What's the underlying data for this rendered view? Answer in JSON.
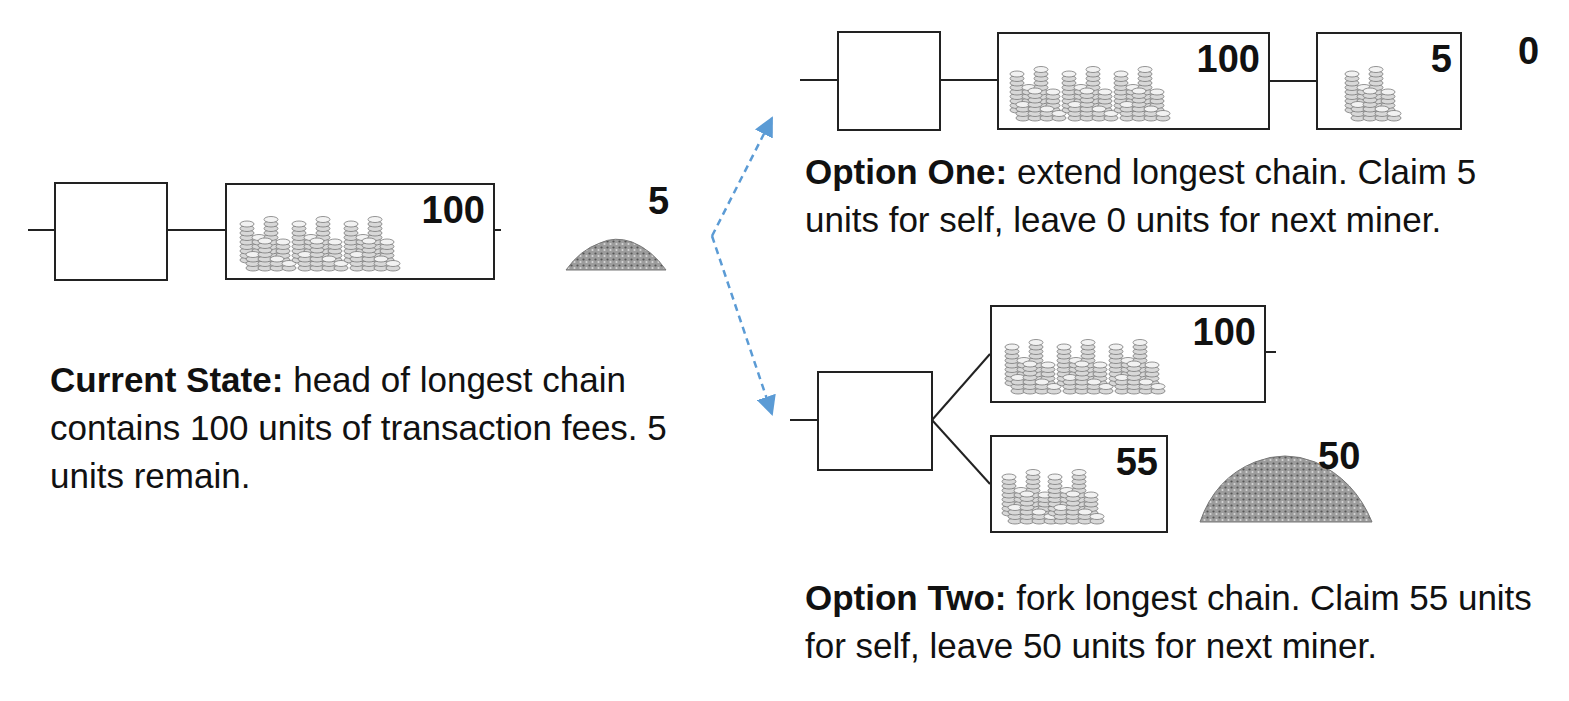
{
  "diagram": {
    "nodes": [
      {
        "text": [
          "100"
        ]
      },
      {
        "text": [
          "100"
        ]
      },
      {
        "text": [
          "5"
        ]
      },
      {
        "text": [
          "100"
        ]
      },
      {
        "text": [
          "55"
        ]
      }
    ],
    "edges": [
      {
        "from": 1,
        "to": 2,
        "arrow": "none"
      }
    ],
    "labels": [
      "5",
      "Current State:",
      "head of longest chain contains 100 units of transaction fees. 5 units remain.",
      "0",
      "Option One:",
      "extend longest chain. Claim 5 units for self, leave 0 units for next miner.",
      "50",
      "Option Two:",
      "fork longest chain. Claim 55 units for self, leave 50 units for next miner."
    ]
  }
}
